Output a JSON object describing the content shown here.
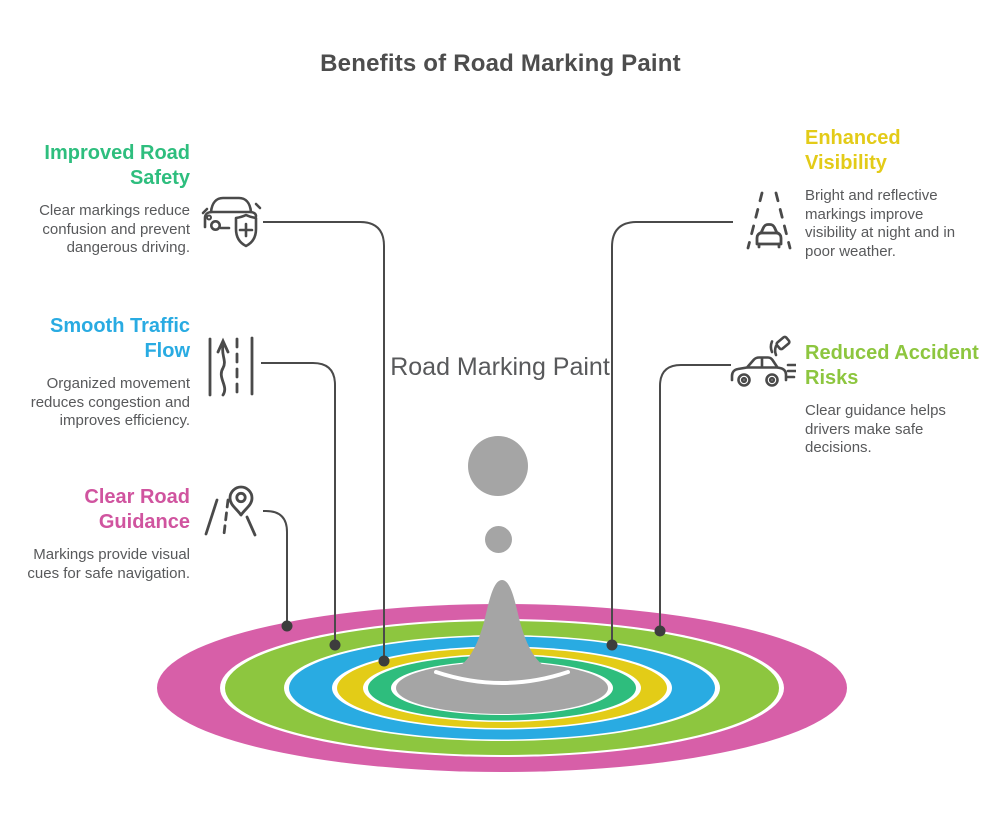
{
  "title": "Benefits of Road Marking Paint",
  "center": {
    "label": "Road Marking Paint"
  },
  "items": [
    {
      "id": "improved-road-safety",
      "heading": "Improved Road Safety",
      "body": "Clear markings reduce confusion and prevent dangerous driving.",
      "color": "#2ebe7e",
      "icon": "car-shield-icon",
      "side": "left"
    },
    {
      "id": "smooth-traffic-flow",
      "heading": "Smooth Traffic Flow",
      "body": "Organized movement reduces congestion and improves efficiency.",
      "color": "#29abe2",
      "icon": "traffic-lanes-icon",
      "side": "left"
    },
    {
      "id": "clear-road-guidance",
      "heading": "Clear Road Guidance",
      "body": "Markings provide visual cues for safe navigation.",
      "color": "#d0549f",
      "icon": "map-pin-road-icon",
      "side": "left"
    },
    {
      "id": "enhanced-visibility",
      "heading": "Enhanced Visibility",
      "body": "Bright and reflective markings improve visibility at night and in poor weather.",
      "color": "#e3cb18",
      "icon": "night-road-car-icon",
      "side": "right"
    },
    {
      "id": "reduced-accident-risks",
      "heading": "Reduced Accident Risks",
      "body": "Clear guidance helps drivers make safe decisions.",
      "color": "#8dc63f",
      "icon": "car-signal-icon",
      "side": "right"
    }
  ],
  "palette": {
    "title_text": "#4d4d4d",
    "body_text": "#58595b",
    "connector_line": "#4a4a4a",
    "connector_dot": "#3d3d3d",
    "droplet_gray": "#a5a5a5"
  },
  "splash": {
    "ring_colors": [
      "#d75fa8",
      "#8dc63f",
      "#29abe2",
      "#e3cc17",
      "#2ebd7d",
      "#a5a5a5"
    ]
  }
}
